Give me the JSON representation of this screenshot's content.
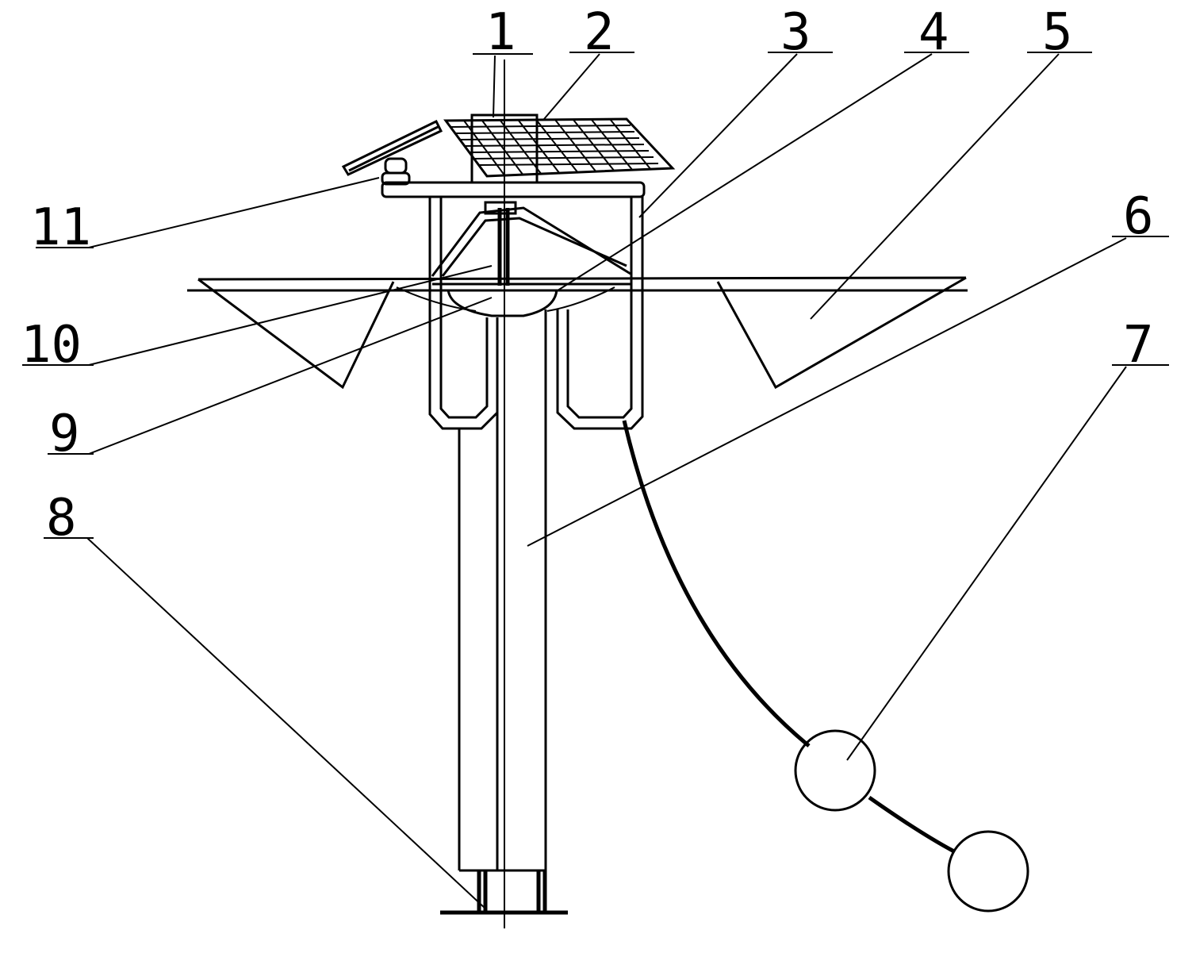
{
  "labels": {
    "n1": "1",
    "n2": "2",
    "n3": "3",
    "n4": "4",
    "n5": "5",
    "n6": "6",
    "n7": "7",
    "n8": "8",
    "n9": "9",
    "n10": "10",
    "n11": "11"
  }
}
